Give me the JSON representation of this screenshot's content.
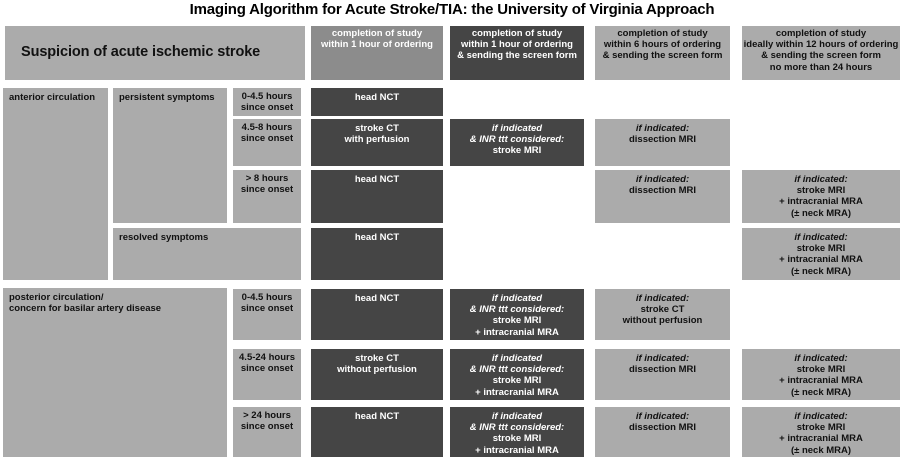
{
  "title": "Imaging Algorithm for Acute Stroke/TIA: the University of Virginia Approach",
  "colors": {
    "light_gray": "#ababab",
    "mid_gray": "#8c8c8c",
    "dark_gray": "#454545",
    "background": "#ffffff",
    "text_dark": "#111111",
    "text_light": "#ffffff"
  },
  "header": {
    "main_label": "Suspicion of acute ischemic stroke",
    "columns": [
      {
        "id": "col2",
        "lines": [
          "completion of study",
          "within 1 hour of ordering"
        ]
      },
      {
        "id": "col3",
        "lines": [
          "completion of study",
          "within 1 hour of ordering",
          "& sending the screen form"
        ]
      },
      {
        "id": "col4",
        "lines": [
          "completion of study",
          "within 6 hours of ordering",
          "& sending the screen form"
        ]
      },
      {
        "id": "col5",
        "lines": [
          "completion of study",
          "ideally within 12 hours of ordering",
          "& sending the screen form",
          "no more than 24 hours"
        ]
      }
    ]
  },
  "categories": {
    "anterior": "anterior circulation",
    "persistent": "persistent symptoms",
    "resolved": "resolved symptoms",
    "posterior_line1": "posterior circulation/",
    "posterior_line2": "concern for basilar artery disease"
  },
  "rows": [
    {
      "id": "ant-0-45",
      "time": [
        "0-4.5 hours",
        "since onset"
      ],
      "col2": [
        "head NCT"
      ],
      "col3": [],
      "col4": [],
      "col5": []
    },
    {
      "id": "ant-45-8",
      "time": [
        "4.5-8 hours",
        "since onset"
      ],
      "col2": [
        "stroke CT",
        "with perfusion"
      ],
      "col3": [
        "if indicated",
        "& INR ttt considered:",
        "stroke MRI"
      ],
      "col4": [
        "if indicated:",
        "dissection MRI"
      ],
      "col5": []
    },
    {
      "id": "ant-gt8",
      "time": [
        "> 8 hours",
        "since onset"
      ],
      "col2": [
        "head NCT"
      ],
      "col3": [],
      "col4": [
        "if indicated:",
        "dissection MRI"
      ],
      "col5": [
        "if indicated:",
        "stroke MRI",
        "+ intracranial MRA",
        "(± neck MRA)"
      ]
    },
    {
      "id": "ant-resolved",
      "time": [],
      "col2": [
        "head NCT"
      ],
      "col3": [],
      "col4": [],
      "col5": [
        "if indicated:",
        "stroke MRI",
        "+ intracranial MRA",
        "(± neck MRA)"
      ]
    },
    {
      "id": "post-0-45",
      "time": [
        "0-4.5 hours",
        "since onset"
      ],
      "col2": [
        "head NCT"
      ],
      "col3": [
        "if indicated",
        "& INR ttt considered:",
        "stroke MRI",
        "+ intracranial MRA"
      ],
      "col4": [
        "if indicated:",
        "stroke CT",
        "without perfusion"
      ],
      "col5": []
    },
    {
      "id": "post-45-24",
      "time": [
        "4.5-24 hours",
        "since onset"
      ],
      "col2": [
        "stroke CT",
        "without perfusion"
      ],
      "col3": [
        "if indicated",
        "& INR ttt considered:",
        "stroke MRI",
        "+ intracranial MRA"
      ],
      "col4": [
        "if indicated:",
        "dissection MRI"
      ],
      "col5": [
        "if indicated:",
        "stroke MRI",
        "+ intracranial MRA",
        "(± neck MRA)"
      ]
    },
    {
      "id": "post-gt24",
      "time": [
        "> 24 hours",
        "since onset"
      ],
      "col2": [
        "head NCT"
      ],
      "col3": [
        "if indicated",
        "& INR ttt considered:",
        "stroke MRI",
        "+ intracranial MRA"
      ],
      "col4": [
        "if indicated:",
        "dissection MRI"
      ],
      "col5": [
        "if indicated:",
        "stroke MRI",
        "+ intracranial MRA",
        "(± neck MRA)"
      ]
    }
  ]
}
